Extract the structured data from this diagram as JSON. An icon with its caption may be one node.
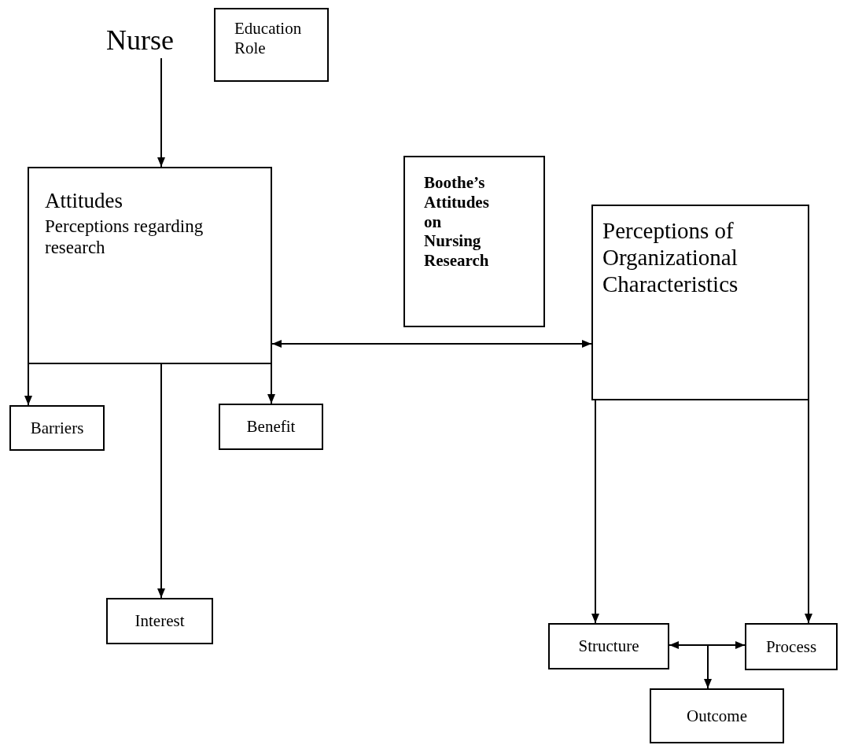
{
  "diagram": {
    "nodes": [
      {
        "text": [
          "Nurse"
        ]
      },
      {
        "text": [
          "Education Role"
        ]
      },
      {
        "text": [
          "Attitudes",
          "Perceptions regarding research"
        ]
      },
      {
        "text": [
          "Boothe’s Attitudes on Nursing Research"
        ]
      },
      {
        "text": [
          "Perceptions of Organizational Characteristics"
        ]
      },
      {
        "text": [
          "Barriers"
        ]
      },
      {
        "text": [
          "Benefit"
        ]
      },
      {
        "text": [
          "Interest"
        ]
      },
      {
        "text": [
          "Structure"
        ]
      },
      {
        "text": [
          "Process"
        ]
      },
      {
        "text": [
          "Outcome"
        ]
      }
    ],
    "edges": [
      {
        "from": 0,
        "to": 2,
        "arrow": "to"
      },
      {
        "from": 2,
        "to": 4,
        "arrow": "both"
      },
      {
        "from": 2,
        "to": 5,
        "arrow": "to"
      },
      {
        "from": 2,
        "to": 7,
        "arrow": "to"
      },
      {
        "from": 2,
        "to": 6,
        "arrow": "to"
      },
      {
        "from": 4,
        "to": 8,
        "arrow": "to"
      },
      {
        "from": 4,
        "to": 9,
        "arrow": "to"
      },
      {
        "from": 8,
        "to": 9,
        "arrow": "both"
      },
      {
        "from": null,
        "to": 10,
        "arrow": "to"
      }
    ]
  }
}
